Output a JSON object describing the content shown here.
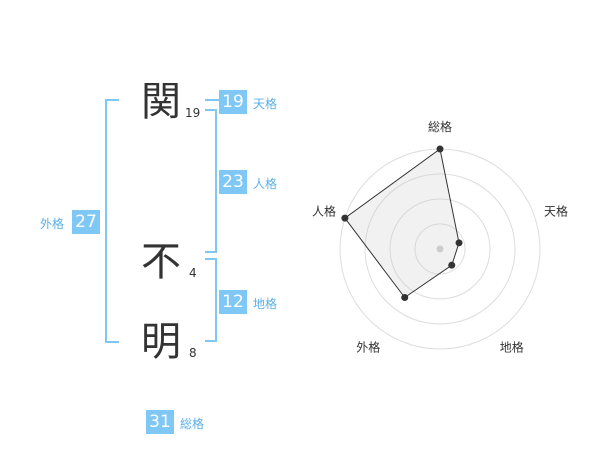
{
  "name": {
    "chars": [
      {
        "char": "関",
        "strokes": "19"
      },
      {
        "char": "不",
        "strokes": "4"
      },
      {
        "char": "明",
        "strokes": "8"
      }
    ]
  },
  "kaku": {
    "tenkaku": {
      "value": "19",
      "label": "天格"
    },
    "jinkaku": {
      "value": "23",
      "label": "人格"
    },
    "chikaku": {
      "value": "12",
      "label": "地格"
    },
    "gaikaku": {
      "value": "27",
      "label": "外格"
    },
    "soukaku": {
      "value": "31",
      "label": "総格"
    }
  },
  "colors": {
    "accent": "#7fc8f6",
    "label": "#5ab0e8",
    "text": "#333333"
  },
  "chart_data": {
    "type": "radar",
    "axes": [
      "総格",
      "天格",
      "地格",
      "外格",
      "人格"
    ],
    "values": [
      5,
      1,
      1,
      3,
      5
    ],
    "rmax": 5,
    "rings": 4
  }
}
